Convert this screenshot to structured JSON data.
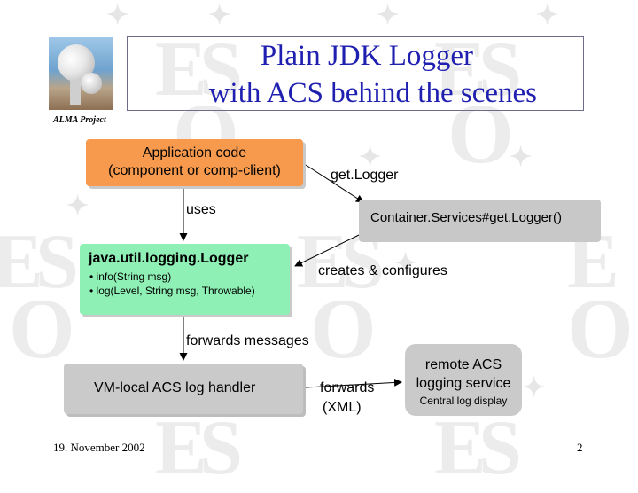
{
  "slide": {
    "title_line1": "Plain JDK Logger",
    "title_line2": "with ACS behind the scenes",
    "logo_caption": "ALMA Project",
    "footer_date": "19. November 2002",
    "page_number": "2"
  },
  "diagram": {
    "app_box": {
      "line1": "Application code",
      "line2": "(component or comp-client)"
    },
    "container_box": {
      "label": "Container.Services#get.Logger()"
    },
    "logger_box": {
      "title": "java.util.logging.Logger",
      "bullets": [
        "• info(String msg)",
        "• log(Level, String msg, Throwable)"
      ]
    },
    "handler_box": {
      "label": "VM-local ACS log handler"
    },
    "remote_box": {
      "line1": "remote ACS",
      "line2": "logging service",
      "sub": "Central log display"
    },
    "edges": {
      "uses": "uses",
      "get_logger": "get.Logger",
      "creates": "creates & configures",
      "forwards_messages": "forwards messages",
      "forwards_xml_line1": "forwards",
      "forwards_xml_line2": "(XML)"
    }
  },
  "colors": {
    "title": "#1f1fb0",
    "app_box": "#f79a4e",
    "logger_box": "#8ef0b4",
    "gray_box": "#cacaca"
  }
}
